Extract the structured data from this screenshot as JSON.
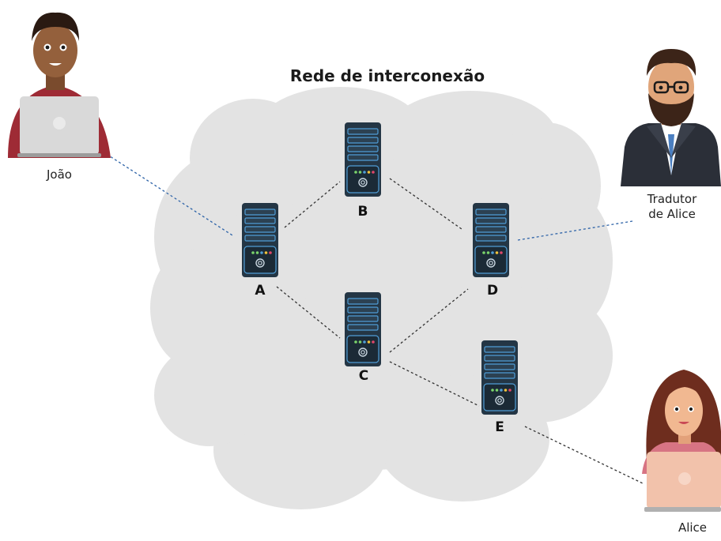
{
  "title": "Rede de interconexão",
  "people": {
    "joao": "João",
    "tradutor": [
      "Tradutor",
      "de Alice"
    ],
    "alice": "Alice"
  },
  "nodes": {
    "a": "A",
    "b": "B",
    "c": "C",
    "d": "D",
    "e": "E"
  },
  "colors": {
    "cloud": "#e3e3e3",
    "server_body": "#243645",
    "server_slot": "#4f9dd6",
    "link_blue": "#2f64a8",
    "link_dark": "#333333"
  }
}
